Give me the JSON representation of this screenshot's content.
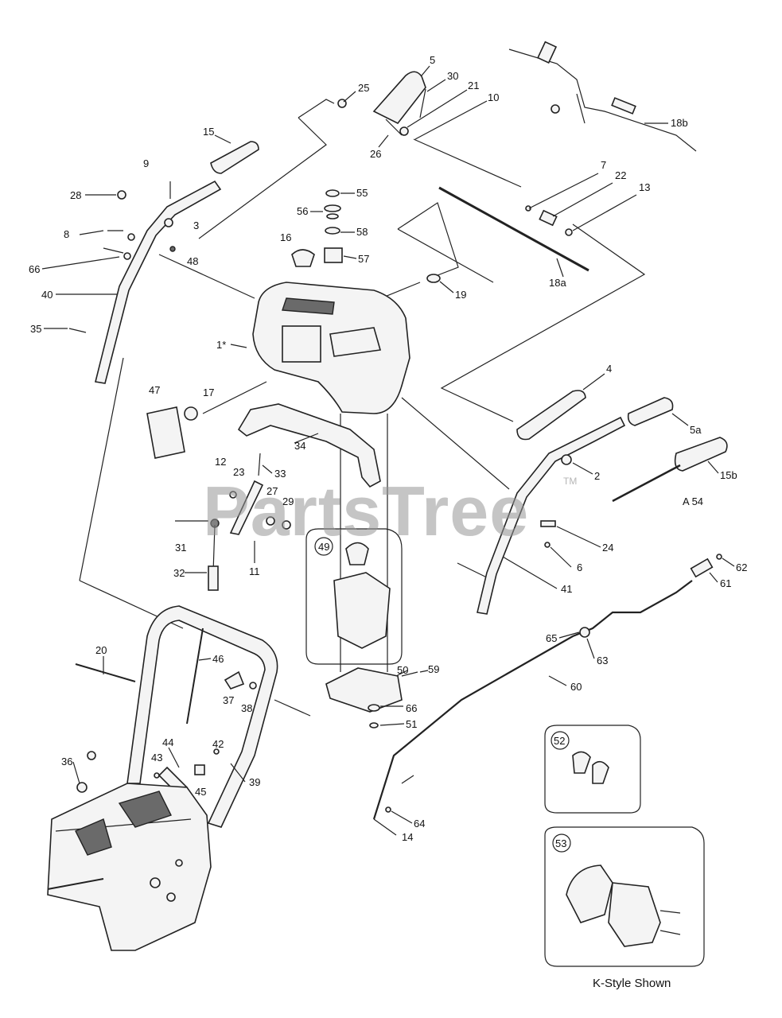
{
  "watermark": {
    "text": "PartsTree",
    "trademark": "TM"
  },
  "caption": "K-Style Shown",
  "labels": {
    "l5": "5",
    "l30": "30",
    "l25": "25",
    "l21": "21",
    "l10": "10",
    "l26": "26",
    "l18b": "18b",
    "l15": "15",
    "l9": "9",
    "l28": "28",
    "l3": "3",
    "l8": "8",
    "l48": "48",
    "l66a": "66",
    "l40": "40",
    "l35": "35",
    "l55": "55",
    "l56": "56",
    "l58": "58",
    "l16": "16",
    "l57": "57",
    "l7": "7",
    "l22": "22",
    "l13": "13",
    "l18a": "18a",
    "l19": "19",
    "l1": "1*",
    "l47": "47",
    "l17": "17",
    "l34": "34",
    "l4": "4",
    "l5a": "5a",
    "l2": "2",
    "l15b": "15b",
    "l12": "12",
    "l23": "23",
    "l33": "33",
    "l27": "27",
    "l29": "29",
    "l54": "A 54",
    "l31": "31",
    "l11": "11",
    "l49": "49",
    "l24": "24",
    "l6": "6",
    "l32": "32",
    "l41": "41",
    "l62": "62",
    "l61": "61",
    "l65": "65",
    "l63": "63",
    "l20": "20",
    "l46": "46",
    "l50": "50",
    "l59": "59",
    "l60": "60",
    "l37": "37",
    "l38": "38",
    "l66b": "66",
    "l51": "51",
    "l44": "44",
    "l42": "42",
    "l43": "43",
    "l36": "36",
    "l45": "45",
    "l39": "39",
    "l52": "52",
    "l64": "64",
    "l14": "14",
    "l53": "53"
  }
}
